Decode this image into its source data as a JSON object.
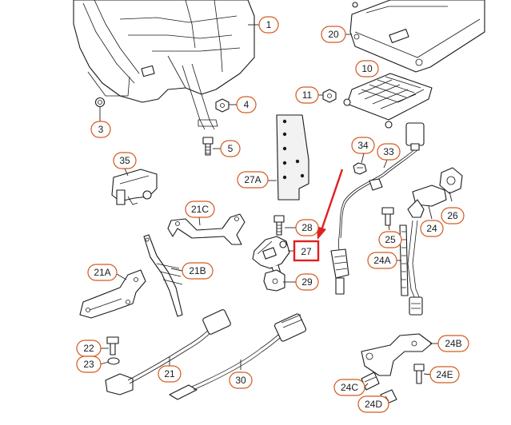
{
  "diagram": {
    "callouts": [
      {
        "id": "c1",
        "label": "1"
      },
      {
        "id": "c3",
        "label": "3"
      },
      {
        "id": "c4",
        "label": "4"
      },
      {
        "id": "c5",
        "label": "5"
      },
      {
        "id": "c10",
        "label": "10"
      },
      {
        "id": "c11",
        "label": "11"
      },
      {
        "id": "c20",
        "label": "20"
      },
      {
        "id": "c21",
        "label": "21"
      },
      {
        "id": "c21a",
        "label": "21A"
      },
      {
        "id": "c21b",
        "label": "21B"
      },
      {
        "id": "c21c",
        "label": "21C"
      },
      {
        "id": "c22",
        "label": "22"
      },
      {
        "id": "c23",
        "label": "23"
      },
      {
        "id": "c24",
        "label": "24"
      },
      {
        "id": "c24a",
        "label": "24A"
      },
      {
        "id": "c24b",
        "label": "24B"
      },
      {
        "id": "c24c",
        "label": "24C"
      },
      {
        "id": "c24d",
        "label": "24D"
      },
      {
        "id": "c24e",
        "label": "24E"
      },
      {
        "id": "c25",
        "label": "25"
      },
      {
        "id": "c26",
        "label": "26"
      },
      {
        "id": "c27a",
        "label": "27A"
      },
      {
        "id": "c28",
        "label": "28"
      },
      {
        "id": "c29",
        "label": "29"
      },
      {
        "id": "c30",
        "label": "30"
      },
      {
        "id": "c33",
        "label": "33"
      },
      {
        "id": "c34",
        "label": "34"
      },
      {
        "id": "c35",
        "label": "35"
      }
    ],
    "highlighted": {
      "label": "27"
    },
    "colors": {
      "callout_border": "#d25a1e",
      "highlight": "#e02020",
      "linework": "#1a1a1a"
    }
  }
}
